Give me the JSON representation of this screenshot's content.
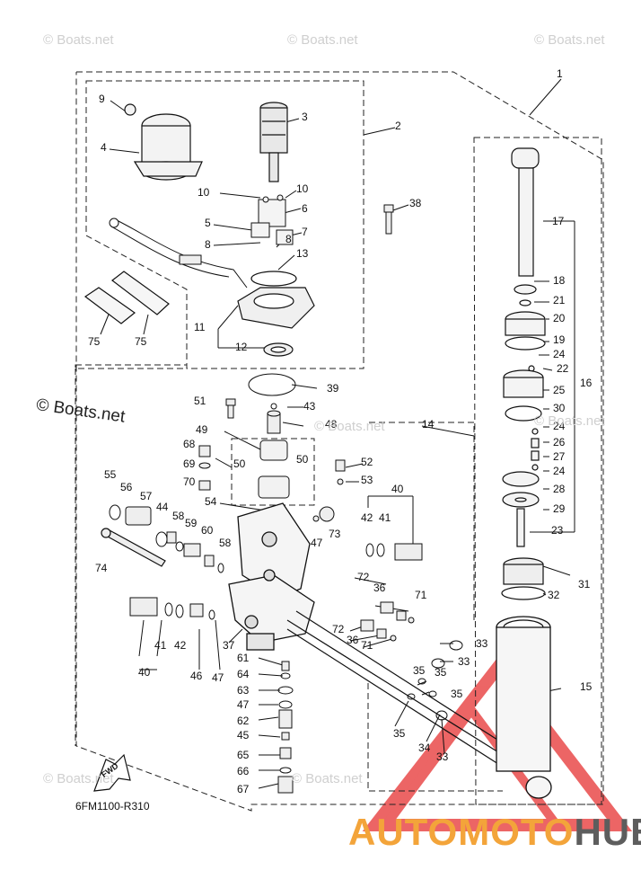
{
  "labels": [
    "1",
    "2",
    "3",
    "4",
    "9",
    "10",
    "10",
    "6",
    "5",
    "7",
    "8",
    "8",
    "13",
    "38",
    "11",
    "12",
    "75",
    "75",
    "39",
    "43",
    "48",
    "51",
    "49",
    "68",
    "69",
    "70",
    "50",
    "50",
    "52",
    "53",
    "54",
    "55",
    "56",
    "57",
    "44",
    "58",
    "59",
    "60",
    "58",
    "74",
    "40",
    "42",
    "41",
    "47",
    "73",
    "17",
    "18",
    "21",
    "20",
    "19",
    "24",
    "22",
    "25",
    "16",
    "30",
    "24",
    "26",
    "27",
    "24",
    "28",
    "29",
    "23",
    "31",
    "32",
    "14",
    "72",
    "36",
    "71",
    "72",
    "36",
    "71",
    "33",
    "33",
    "35",
    "35",
    "35",
    "15",
    "34",
    "33",
    "35",
    "61",
    "64",
    "63",
    "47",
    "62",
    "45",
    "65",
    "66",
    "67",
    "41",
    "42",
    "40",
    "46",
    "47",
    "37"
  ],
  "watermarks": [
    "© Boats.net",
    "© Boats.net",
    "© Boats.net",
    "© Boats.net",
    "© Boats.net",
    "© Boats.net",
    "© Boats.net"
  ],
  "watermark_big": "© Boats.net",
  "diagram_code": "6FM1100-R310",
  "fwd_label": "FWD",
  "brand": {
    "part1": "AUTOMOTO",
    "part2": "HUB"
  },
  "colors": {
    "line": "#111111",
    "watermark": "#cfcfcf",
    "brand_orange": "#f3a43a",
    "brand_gray": "#5d5d5d",
    "triangle_red": "#e94b4b"
  }
}
